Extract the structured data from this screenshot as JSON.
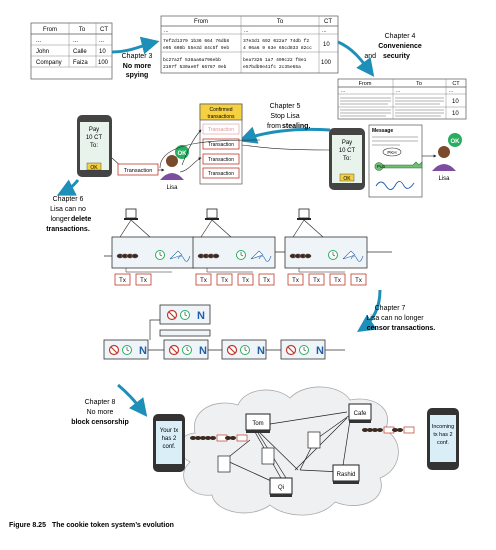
{
  "chapter3": {
    "label": "Chapter 3",
    "line1": "No more",
    "line2": "spying"
  },
  "chapter4": {
    "label": "Chapter 4",
    "line1": "Convenience",
    "line2": "and ",
    "line2b": "security"
  },
  "chapter5": {
    "label": "Chapter 5",
    "line1": "Stop Lisa",
    "line2": "from ",
    "line2b": "stealing."
  },
  "chapter6": {
    "label": "Chapter 6",
    "line1": "Lisa can no",
    "line2": "longer ",
    "line2b": "delete",
    "line3": "transactions."
  },
  "chapter7": {
    "label": "Chapter 7",
    "line1": "Lisa can no longer",
    "line2": "censor transactions."
  },
  "chapter8": {
    "label": "Chapter 8",
    "line1": "No more",
    "line2": "block censorship"
  },
  "table_small": {
    "headers": [
      "From",
      "To",
      "CT"
    ],
    "rows": [
      [
        "...",
        "...",
        "..."
      ],
      [
        "John",
        "Calle",
        "10"
      ],
      [
        "Company",
        "Faiza",
        "100"
      ]
    ]
  },
  "table_hash": {
    "headers": [
      "From",
      "To",
      "CT"
    ],
    "row0": [
      "...",
      "...",
      "..."
    ],
    "row1_from": [
      "7ef2d1379 1b36 664 76db8",
      "e95 608b 55e3d 84c5f 9eb"
    ],
    "row1_to": [
      "37e3d1 692 022a7 74db f2",
      "4 06a6 9 63e 65cd833 82cc"
    ],
    "row1_ct": "10",
    "row2_from": [
      "bc27a2f 538aa6a796ebb",
      "2197f 530ae0f 66787 0eb"
    ],
    "row2_to": [
      "bea7326 1a7 499c22 f8e1",
      "e57bdb9e41fc 2c35e65a"
    ],
    "row2_ct": "100"
  },
  "table_ch4": {
    "headers": [
      "From",
      "To",
      "CT"
    ],
    "row0": [
      "...",
      "...",
      "..."
    ],
    "ct1": "10",
    "ct2": "10"
  },
  "phone1": {
    "text": [
      "Pay",
      "10 CT",
      "To:"
    ],
    "ok": "OK"
  },
  "phone2": {
    "text": [
      "Pay",
      "10 CT",
      "To:"
    ],
    "ok": "OK"
  },
  "ch5": {
    "transaction": "Transaction",
    "confirmed_title": "Confirmed transactions",
    "list": [
      "Transaction",
      "Transaction",
      "Transaction"
    ],
    "ok": "OK",
    "person": "Lisa"
  },
  "ch4msg": {
    "title": "Message",
    "pkh": "PKH",
    "pub": "Pub",
    "ok": "OK",
    "person": "Lisa"
  },
  "ch6": {
    "tx": "Tx"
  },
  "ch7": {
    "n": "N"
  },
  "ch8": {
    "phone_left": [
      "Your tx",
      "has 2",
      "conf."
    ],
    "phone_right": [
      "Incoming",
      "tx has 2",
      "conf."
    ],
    "nodes": [
      "Tom",
      "Cafe",
      "Qi",
      "Rashid"
    ]
  },
  "caption": {
    "num": "Figure 8.25",
    "text": "The cookie token system’s evolution"
  }
}
